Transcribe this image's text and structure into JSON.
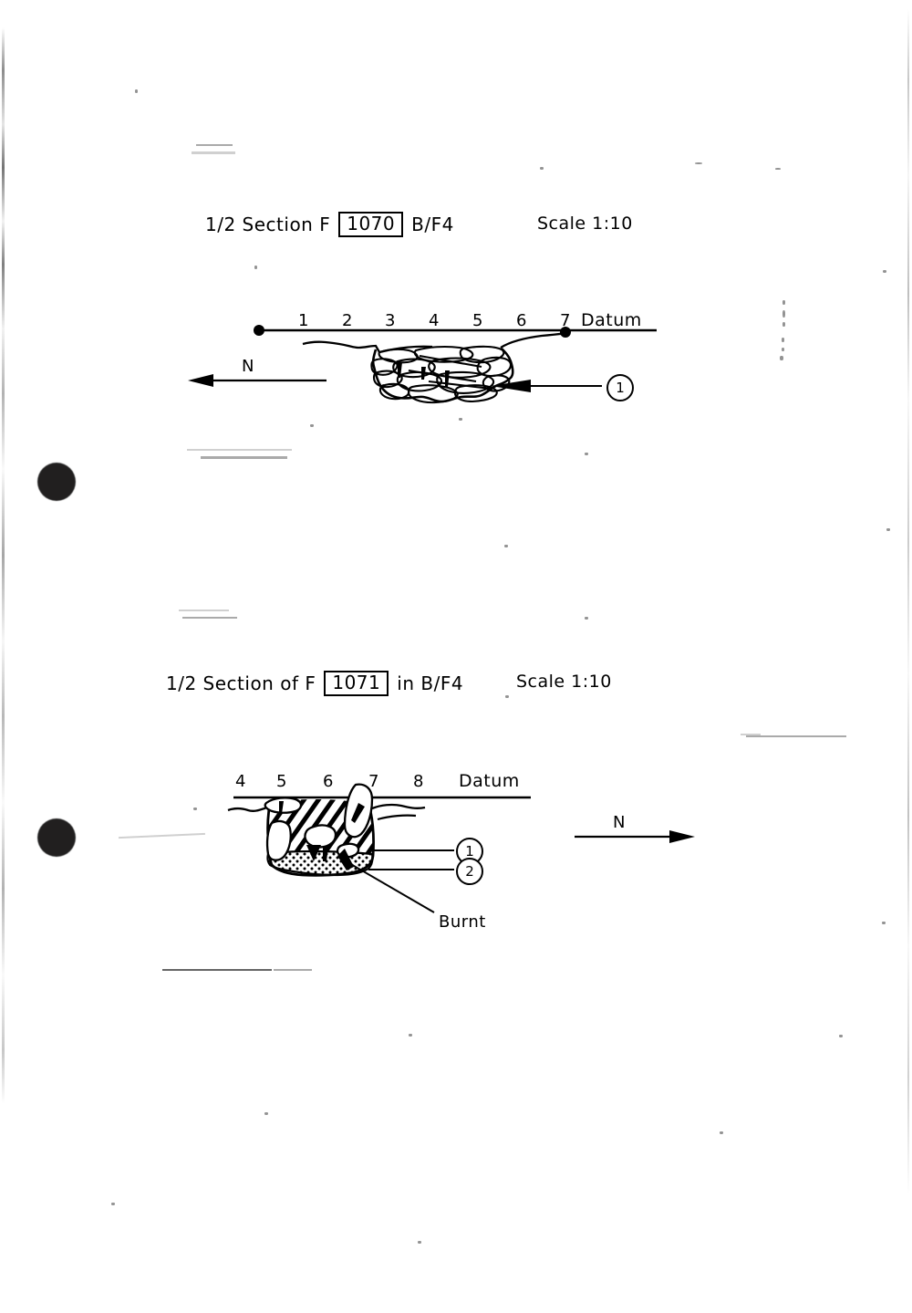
{
  "document": {
    "kind": "archaeological-section-drawing-sheet",
    "paper_color": "#ffffff",
    "ink_color": "#000000"
  },
  "sections": [
    {
      "id": "section-1070",
      "title_prefix": "1/2  Section  F",
      "feature_number": "1070",
      "title_suffix": "B/F4",
      "scale_label": "Scale 1:10",
      "datum_label": "Datum",
      "tick_numbers": [
        "1",
        "2",
        "3",
        "4",
        "5",
        "6",
        "7"
      ],
      "north_label": "N",
      "north_direction": "left",
      "context_labels": [
        "1"
      ],
      "fill_description": "packed angular stone fill"
    },
    {
      "id": "section-1071",
      "title_prefix": "1/2  Section of  F",
      "feature_number": "1071",
      "title_suffix": "in  B/F4",
      "scale_label": "Scale 1:10",
      "datum_label": "Datum",
      "tick_numbers": [
        "4",
        "5",
        "6",
        "7",
        "8"
      ],
      "north_label": "N",
      "north_direction": "right",
      "context_labels": [
        "1",
        "2"
      ],
      "annotation": "Burnt",
      "fill_description": "diagonally hatched fill over stippled basal deposit with stone inclusions"
    }
  ]
}
